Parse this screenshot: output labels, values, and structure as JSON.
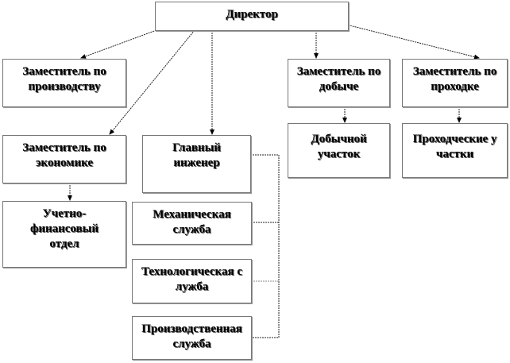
{
  "diagram": {
    "director": "Директор",
    "deputy_production": "Заместитель по производству",
    "deputy_economics": "Заместитель по экономике",
    "accounting": "Учетно-финансовый отдел",
    "chief_engineer": "Главный инженер",
    "mechanical_service": "Механическая служба",
    "technological_service": "Технологическая служба",
    "production_service": "Производственная служба",
    "deputy_mining": "Заместитель по добыче",
    "mining_section": "Добычной участок",
    "deputy_tunneling": "Заместитель по проходке",
    "tunneling_sections": "Проходческие участки"
  }
}
